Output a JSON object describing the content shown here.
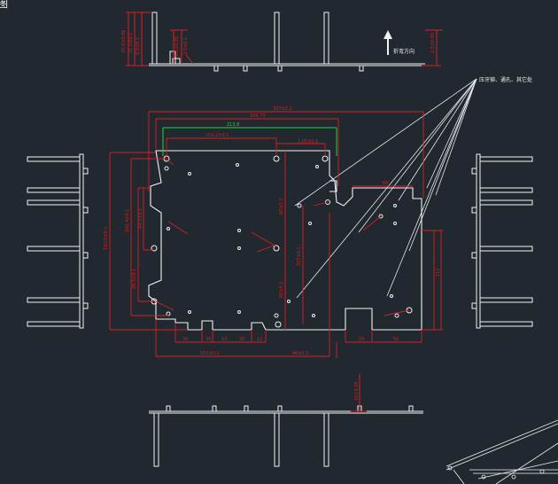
{
  "drawing": {
    "corner_glyph": "图",
    "direction_label": "折弯方向",
    "annotation_note": "压牙铆、通孔、其它处",
    "colors": {
      "background": "#212830",
      "outline": "#f2f2f2",
      "dimension": "#d62020",
      "dimension_green": "#22d33a",
      "leader": "#e8e8e8"
    },
    "icons": [
      "bend-direction-arrow-icon"
    ]
  }
}
